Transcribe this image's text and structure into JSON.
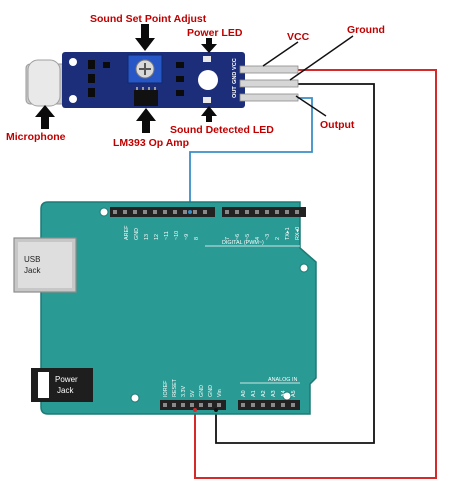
{
  "labels": {
    "sound_set_point": "Sound Set Point Adjust",
    "power_led": "Power LED",
    "vcc": "VCC",
    "ground": "Ground",
    "output": "Output",
    "microphone": "Microphone",
    "op_amp": "LM393 Op Amp",
    "sound_detected_led": "Sound Detected LED"
  },
  "module_pins": [
    "OUT",
    "GND",
    "VCC"
  ],
  "board": {
    "usb_jack": [
      "USB",
      "Jack"
    ],
    "power_jack": [
      "Power",
      "Jack"
    ],
    "digital_header_top": [
      "AREF",
      "GND",
      "13",
      "12",
      "~11",
      "~10",
      "~9",
      "8",
      "7",
      "~6",
      "~5",
      "4",
      "~3",
      "2",
      "TX▸1",
      "RX◂0"
    ],
    "digital_label": "DIGITAL (PWM~)",
    "power_header": [
      "IOREF",
      "RESET",
      "3.3V",
      "5V",
      "GND",
      "GND",
      "Vin"
    ],
    "analog_header": [
      "A0",
      "A1",
      "A2",
      "A3",
      "A4",
      "A5"
    ],
    "analog_label": "ANALOG IN"
  },
  "colors": {
    "vcc_wire": "#d42a2a",
    "ground_wire": "#111111",
    "output_wire": "#3a8fc7",
    "board": "#2a9a94",
    "module": "#1c2e7a",
    "label_red": "#c00000"
  }
}
